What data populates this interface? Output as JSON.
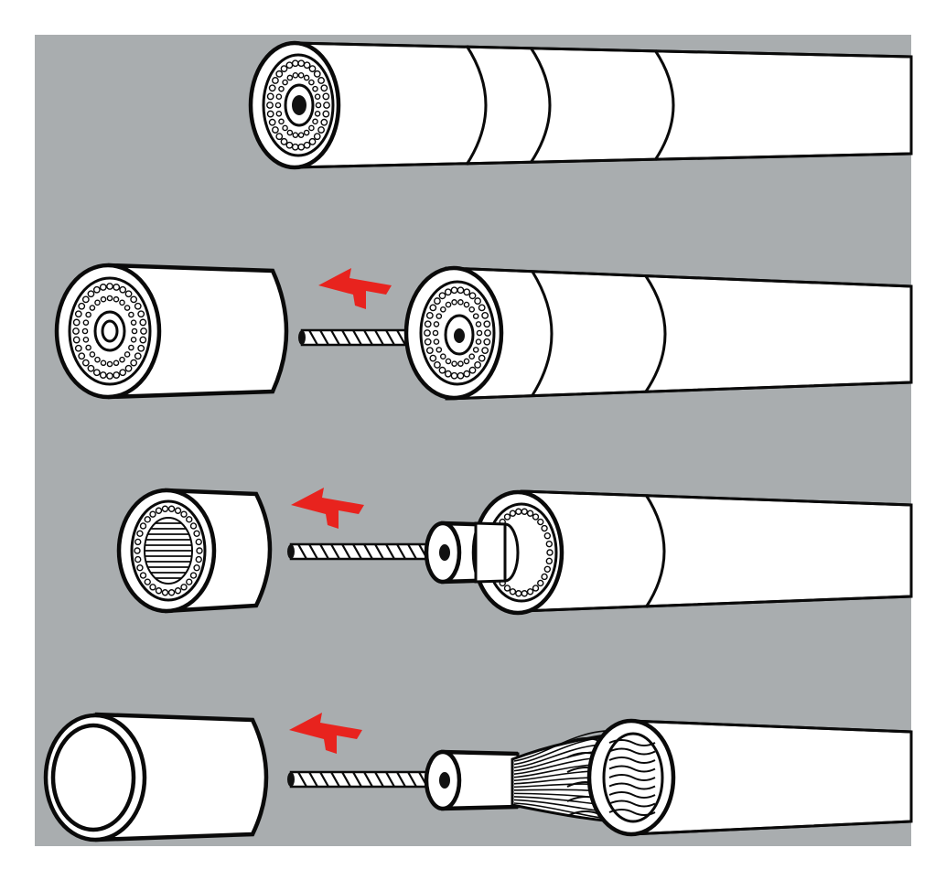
{
  "figure": {
    "colors": {
      "page": "#ffffff",
      "panel": "#a9adaf",
      "jacket": "#ffffff",
      "line": "#0a0a0a",
      "arrow": "#e8231e",
      "core": "#111111"
    },
    "steps": [
      {
        "state": "complete-cable"
      },
      {
        "state": "outer-jacket-removed"
      },
      {
        "state": "shield-removed"
      },
      {
        "state": "inner-insulation-removed"
      }
    ],
    "icons": [
      "removal-arrow-icon"
    ]
  }
}
